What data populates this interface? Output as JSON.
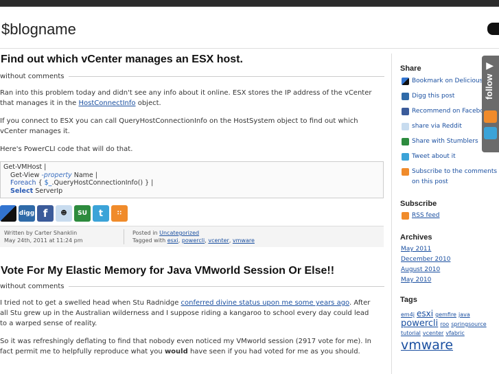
{
  "site": {
    "blogname": "$blogname"
  },
  "posts": [
    {
      "title": "Find out which vCenter manages an ESX host.",
      "comments": "without comments",
      "para1_a": "Ran into this problem today and didn't see any info about it online. ESX stores the IP address of the vCenter that manages it in the ",
      "para1_link": "HostConnectInfo",
      "para1_b": " object.",
      "para2": "If you connect to ESX you can call QueryHostConnectionInfo on the HostSystem object to find out which vCenter manages it.",
      "para3": "Here's PowerCLI code that will do that.",
      "code": {
        "line1": "Get-VMHost |",
        "line2_a": "Get-View ",
        "line2_param": "-property",
        "line2_b": " Name |",
        "line3_kw": "Foreach",
        "line3_b": " { ",
        "line3_var": "$_",
        "line3_c": ".QueryHostConnectionInfo() } |",
        "line4_kw": "Select",
        "line4_b": " ServerIp"
      },
      "footer": {
        "author": "Written by Carter Shanklin",
        "date": "May 24th, 2011 at 11:24 pm",
        "posted_in": "Posted in ",
        "category": "Uncategorized",
        "tagged_with": "Tagged with ",
        "tags": [
          "esxi",
          "powercli",
          "vcenter",
          "vmware"
        ]
      }
    },
    {
      "title": "Vote For My Elastic Memory for Java VMworld Session Or Else!!",
      "comments": "without comments",
      "para1_a": "I tried not to get a swelled head when Stu Radnidge ",
      "para1_link": "conferred divine status upon me some years ago",
      "para1_b": ". After all Stu grew up in the Australian wilderness and I suppose riding a kangaroo to school every day could lead to a warped sense of reality.",
      "para2_a": "So it was refreshingly deflating to find that nobody even noticed my VMworld session (2917 vote for me). In fact permit me to helpfully reproduce what you ",
      "para2_bold": "would",
      "para2_b": " have seen if you had voted for me as you should."
    }
  ],
  "share_icons": [
    "delicious-icon",
    "digg-icon",
    "facebook-icon",
    "reddit-icon",
    "stumbleupon-icon",
    "twitter-icon",
    "rss-icon"
  ],
  "sidebar": {
    "share_title": "Share",
    "share_items": [
      "Bookmark on Delicious",
      "Digg this post",
      "Recommend on Facebook",
      "share via Reddit",
      "Share with Stumblers",
      "Tweet about it",
      "Subscribe to the comments",
      "on this post"
    ],
    "subscribe_title": "Subscribe",
    "rss": "RSS feed",
    "archives_title": "Archives",
    "archives": [
      "May 2011",
      "December 2010",
      "August 2010",
      "May 2010"
    ],
    "tags_title": "Tags",
    "tags": [
      "em4j",
      "esxi",
      "gemfire",
      "java",
      "powercli",
      "roo",
      "springsource",
      "tutorial",
      "vcenter",
      "vfabric",
      "vmware"
    ]
  },
  "follow": {
    "label": "follow"
  },
  "colors": {
    "link": "#1a4fa0",
    "topbar": "#2b2b2b",
    "follow_tab": "#6b6b6b"
  }
}
